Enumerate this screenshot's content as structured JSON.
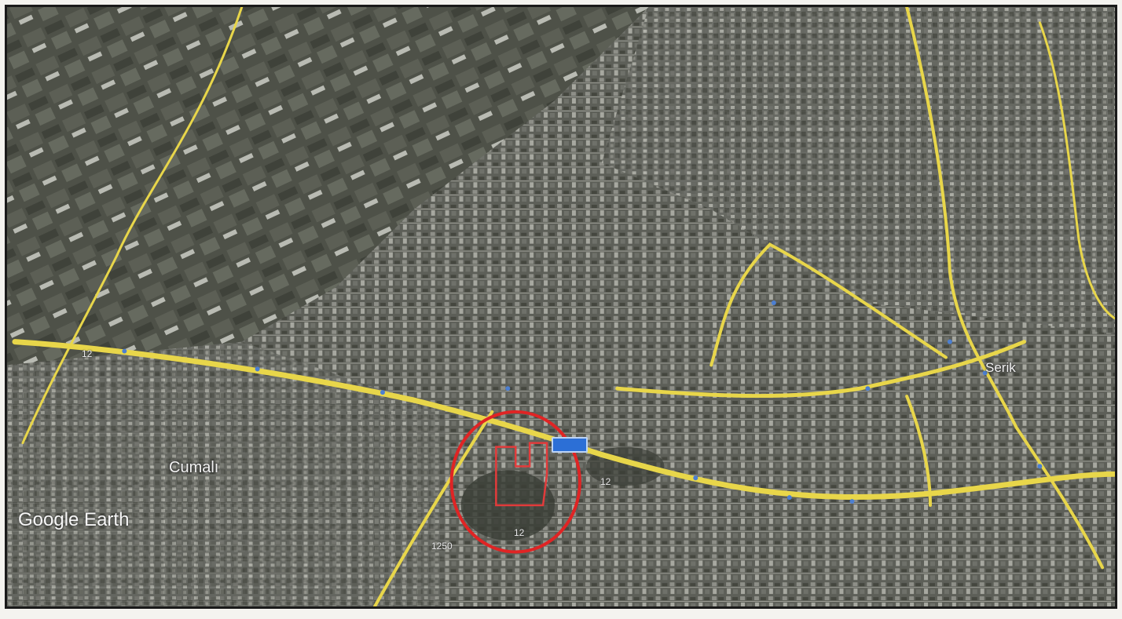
{
  "map": {
    "source_watermark": "Google Earth",
    "places": [
      {
        "name": "Cumalı"
      },
      {
        "name": "Serik"
      }
    ],
    "road_numbers": [
      "12",
      "12",
      "1250",
      "12"
    ],
    "colors": {
      "road": "#e8d64a",
      "highlight_circle": "#e02424",
      "parcel_outline": "#e23b3b",
      "route_marker": "#2c6fd6"
    },
    "annotations": {
      "highlight": "red circle around parcel",
      "parcel": "red outlined parcel"
    }
  }
}
